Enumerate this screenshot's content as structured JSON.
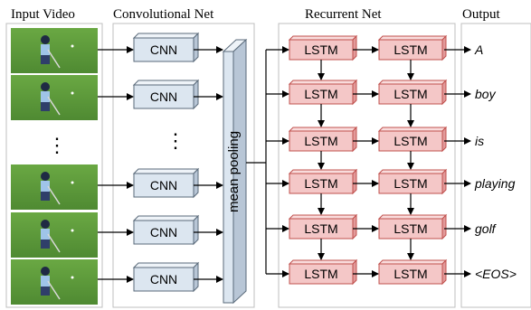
{
  "headers": {
    "input": "Input Video",
    "conv": "Convolutional Net",
    "recurrent": "Recurrent Net",
    "output": "Output"
  },
  "cnn_label": "CNN",
  "lstm_label": "LSTM",
  "pool_label": "mean pooling",
  "ellipsis": "⋮",
  "outputs": [
    "A",
    "boy",
    "is",
    "playing",
    "golf",
    "<EOS>"
  ],
  "colors": {
    "cnn_fill": "#dce6f0",
    "cnn_side": "#b8c6d6",
    "lstm_fill": "#f4c7c7",
    "lstm_border": "#c0504d",
    "pool_fill": "#dce6f0",
    "grass": "#5e9a3c",
    "panel_border": "#bfbfbf"
  }
}
